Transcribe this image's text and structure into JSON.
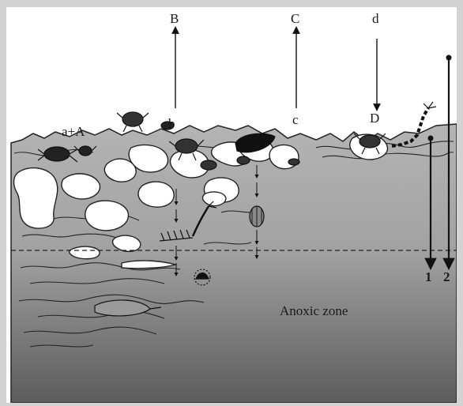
{
  "labels": {
    "a_plus_A": "a+A",
    "B": "B",
    "b": "b",
    "C": "C",
    "c": "c",
    "d": "d",
    "D": "D",
    "one": "1",
    "two": "2",
    "anoxic_zone": "Anoxic zone"
  },
  "colors": {
    "frame": "#d3d3d3",
    "sediment_top": "#a9a9a9",
    "sediment_mid": "#8e8e8e",
    "sediment_bottom": "#5e5e5e",
    "ink": "#111111"
  }
}
